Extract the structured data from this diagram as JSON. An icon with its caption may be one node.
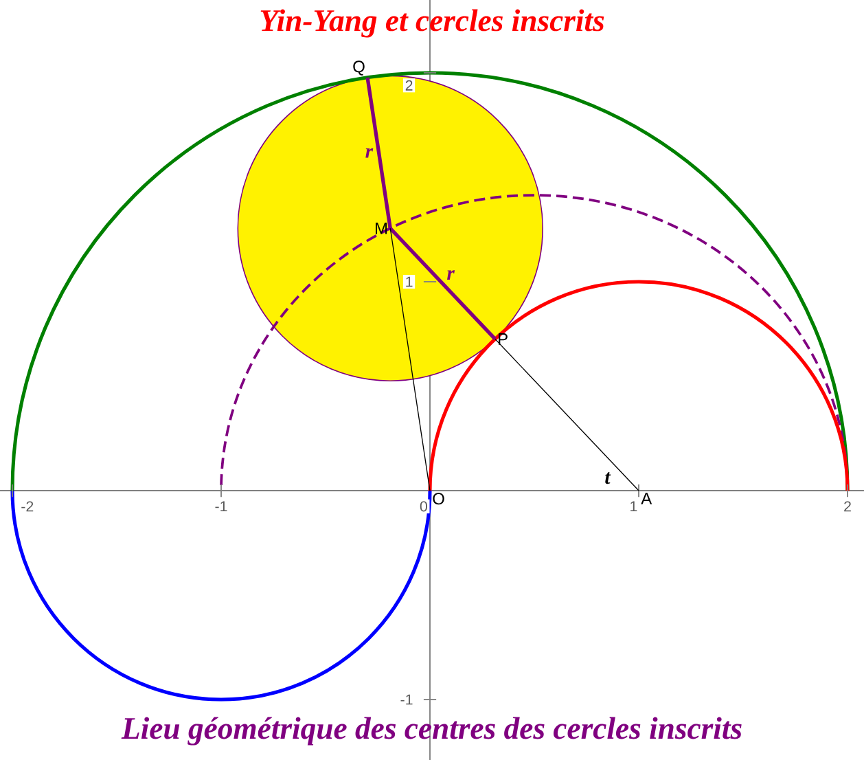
{
  "diagram": {
    "title": "Yin-Yang et cercles inscrits",
    "caption": "Lieu géométrique des centres des cercles inscrits",
    "nodes": [
      {
        "text": [
          "Q"
        ]
      },
      {
        "text": [
          "M"
        ]
      },
      {
        "text": [
          "P"
        ]
      },
      {
        "text": [
          "O"
        ]
      },
      {
        "text": [
          "A"
        ]
      }
    ],
    "edges": [
      {
        "from": 1,
        "to": 0,
        "arrow": "none",
        "label": "r",
        "style": "thick",
        "color": "#800080"
      },
      {
        "from": 1,
        "to": 2,
        "arrow": "none",
        "label": "r",
        "style": "thick",
        "color": "#800080"
      },
      {
        "from": 3,
        "to": 1,
        "arrow": "none",
        "color": "#000000"
      },
      {
        "from": 2,
        "to": 4,
        "arrow": "none",
        "color": "#000000"
      }
    ],
    "labels": [
      "2",
      "1",
      "t",
      "-2",
      "-1",
      "0",
      "1",
      "2",
      "-1"
    ]
  }
}
